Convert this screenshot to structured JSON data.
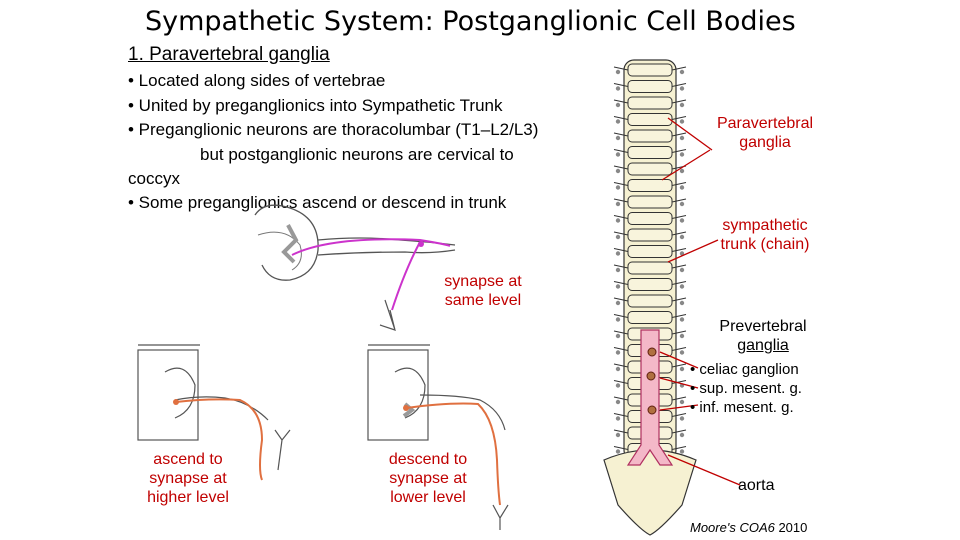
{
  "title": "Sympathetic System: Postganglionic Cell Bodies",
  "subtitle": "1. Paravertebral ganglia",
  "bullets": [
    "• Located along sides of vertebrae",
    "• United by preganglionics into Sympathetic Trunk",
    "• Preganglionic neurons are thoracolumbar (T1–L2/L3)",
    "but postganglionic neurons are cervical to",
    "coccyx",
    "• Some preganglionics ascend or descend in trunk"
  ],
  "labels": {
    "paravertebral_1": "Paravertebral",
    "paravertebral_2": "ganglia",
    "trunk_1": "sympathetic",
    "trunk_2": "trunk (chain)",
    "synapse_same_1": "synapse at",
    "synapse_same_2": "same level",
    "prevertebral_1": "Prevertebral",
    "prevertebral_2": "ganglia",
    "prev_items": [
      "• celiac ganglion",
      "• sup. mesent. g.",
      "• inf. mesent. g."
    ],
    "ascend_1": "ascend to",
    "ascend_2": "synapse at",
    "ascend_3": "higher level",
    "descend_1": "descend to",
    "descend_2": "synapse at",
    "descend_3": "lower level",
    "aorta": "aorta",
    "citation_italic": "Moore's COA6",
    "citation_year": " 2010"
  },
  "colors": {
    "annotation_red": "#c00000",
    "pathway_magenta": "#cc33cc",
    "pathway_orange": "#e07040",
    "aorta_pink": "#f4b8c8"
  }
}
